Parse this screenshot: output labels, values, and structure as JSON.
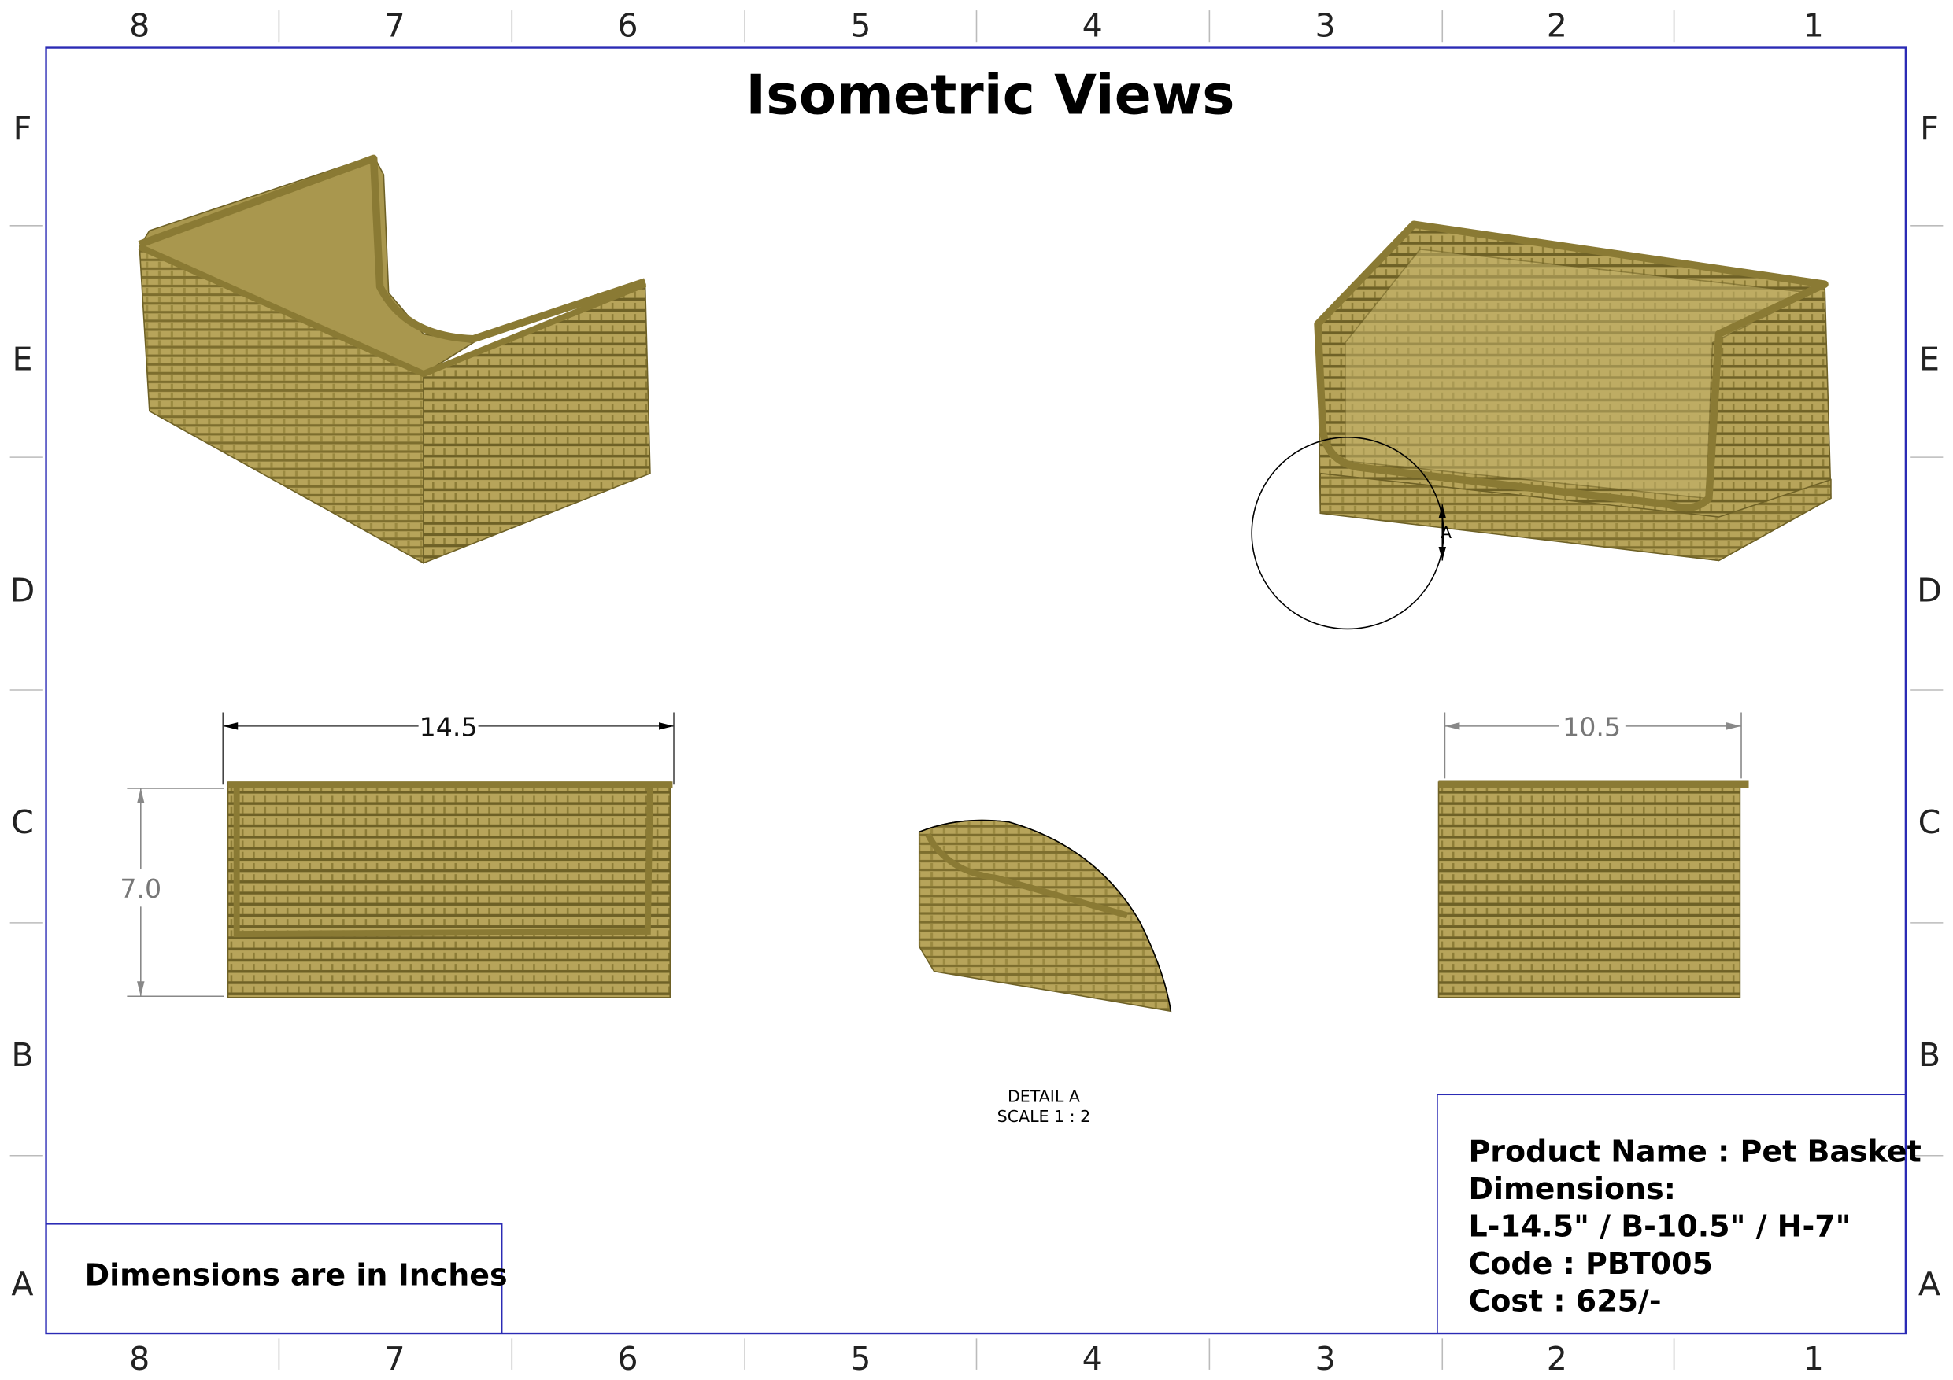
{
  "sheet": {
    "title": "Isometric Views",
    "column_labels": [
      "8",
      "7",
      "6",
      "5",
      "4",
      "3",
      "2",
      "1"
    ],
    "row_labels": [
      "F",
      "E",
      "D",
      "C",
      "B",
      "A"
    ],
    "colors": {
      "border": "#2b2bb5",
      "basket": "#b7a45a",
      "basket_dark": "#6e6126"
    }
  },
  "dimensions": {
    "length": "14.5",
    "breadth": "10.5",
    "height": "7.0"
  },
  "detail": {
    "callout": "A",
    "label": "DETAIL A",
    "scale": "SCALE 1 : 2"
  },
  "note": "Dimensions are in Inches",
  "title_block": {
    "product": "Product Name : Pet Basket",
    "dimensions_label": "Dimensions:",
    "dimensions_value": "L-14.5\" / B-10.5\" / H-7\"",
    "code": "Code : PBT005",
    "cost": "Cost : 625/-"
  }
}
